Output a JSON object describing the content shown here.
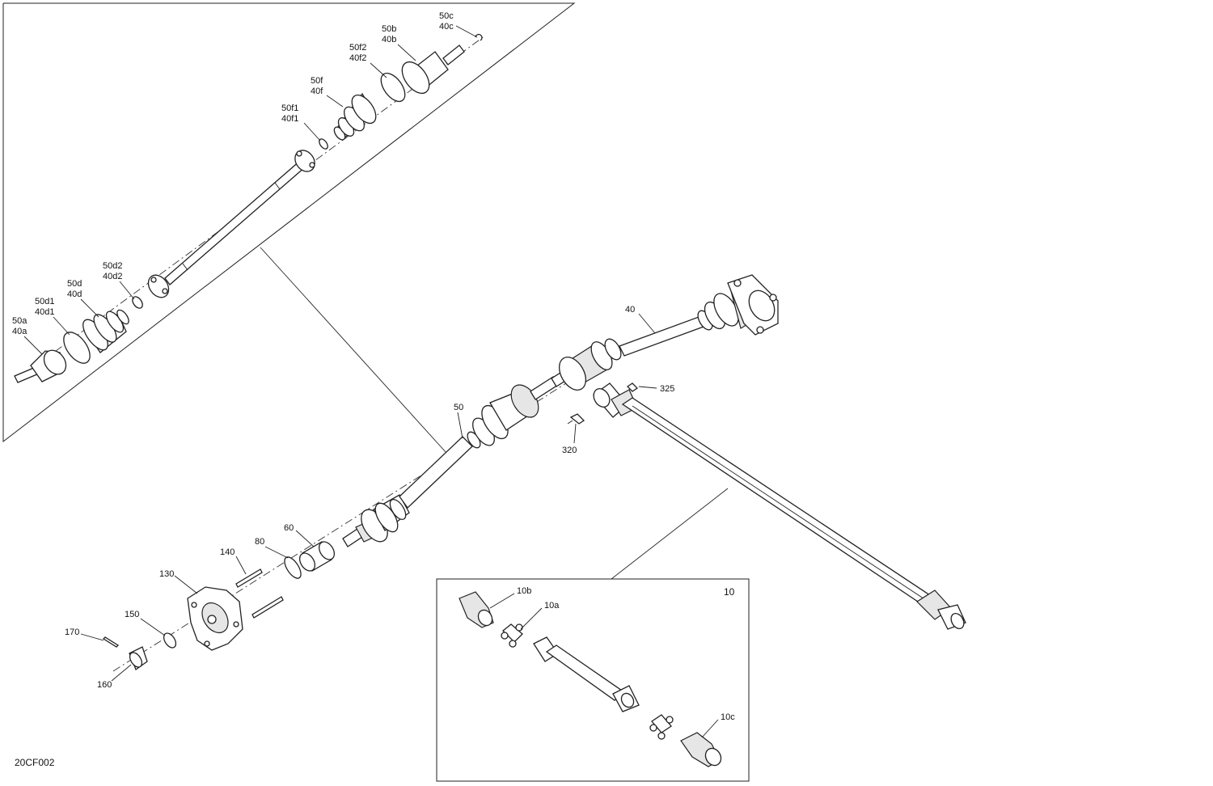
{
  "drawing_id": "20CF002",
  "inset_kit_label": "10",
  "callouts": {
    "c50c_40c": [
      "50c",
      "40c"
    ],
    "c50b_40b": [
      "50b",
      "40b"
    ],
    "c50f2_40f2": [
      "50f2",
      "40f2"
    ],
    "c50f_40f": [
      "50f",
      "40f"
    ],
    "c50f1_40f1": [
      "50f1",
      "40f1"
    ],
    "c50d2_40d2": [
      "50d2",
      "40d2"
    ],
    "c50d_40d": [
      "50d",
      "40d"
    ],
    "c50d1_40d1": [
      "50d1",
      "40d1"
    ],
    "c50a_40a": [
      "50a",
      "40a"
    ],
    "c40": "40",
    "c325": "325",
    "c320": "320",
    "c50": "50",
    "c60": "60",
    "c80": "80",
    "c140": "140",
    "c130": "130",
    "c150": "150",
    "c170": "170",
    "c160": "160",
    "c10b": "10b",
    "c10a": "10a",
    "c10c": "10c"
  }
}
